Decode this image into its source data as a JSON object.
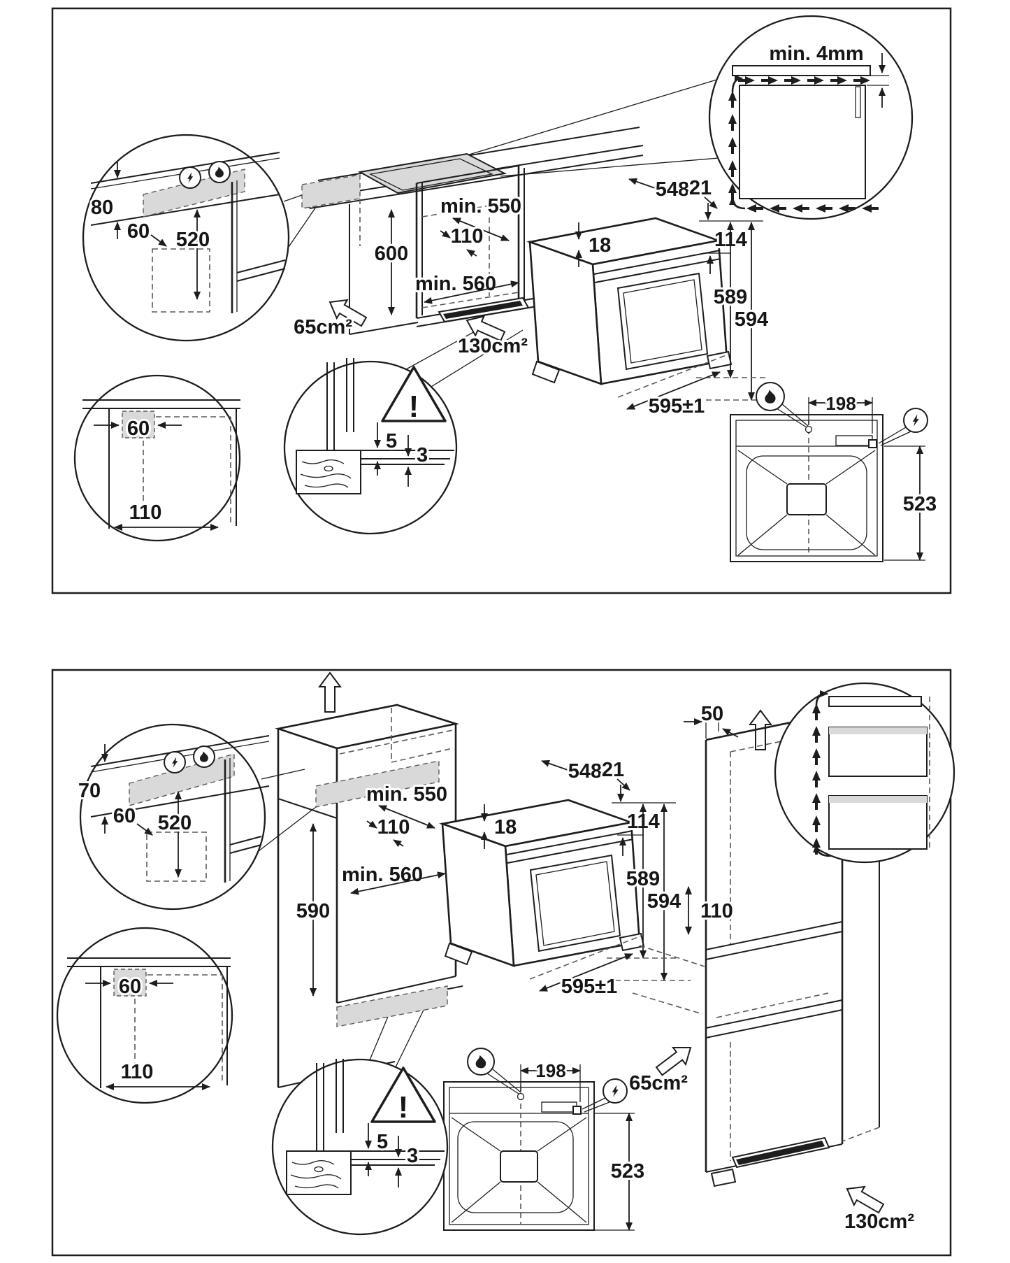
{
  "colors": {
    "background": "#ffffff",
    "line": "#1d1d1d",
    "zone_gray": "#d9d9d9"
  },
  "top": {
    "vent_gap": {
      "min4": "min. 4mm"
    },
    "zone": {
      "d80": "80",
      "d60": "60",
      "d520": "520"
    },
    "niche": {
      "d600": "600",
      "min550": "min. 550",
      "d110": "110",
      "min560": "min. 560"
    },
    "vents": {
      "top": "65cm²",
      "bottom": "130cm²"
    },
    "oven": {
      "d548": "548",
      "d21": "21",
      "d18": "18",
      "d114": "114",
      "d589": "589",
      "d594": "594",
      "d595": "595±1"
    },
    "back": {
      "d198": "198",
      "d523": "523"
    },
    "corner": {
      "d60": "60",
      "d110": "110"
    },
    "warn": {
      "d5": "5",
      "d3": "3",
      "mark": "!"
    }
  },
  "bottom": {
    "zone": {
      "d70": "70",
      "d60": "60",
      "d520": "520"
    },
    "niche": {
      "d590": "590",
      "min550": "min. 550",
      "d110": "110",
      "min560": "min. 560"
    },
    "oven": {
      "d548": "548",
      "d21": "21",
      "d18": "18",
      "d114": "114",
      "d589": "589",
      "d594": "594",
      "d595": "595±1"
    },
    "column": {
      "d50": "50",
      "d110": "110"
    },
    "vents": {
      "top": "65cm²",
      "bottom": "130cm²"
    },
    "back": {
      "d198": "198",
      "d523": "523"
    },
    "corner": {
      "d60": "60",
      "d110": "110"
    },
    "warn": {
      "d5": "5",
      "d3": "3",
      "mark": "!"
    }
  }
}
